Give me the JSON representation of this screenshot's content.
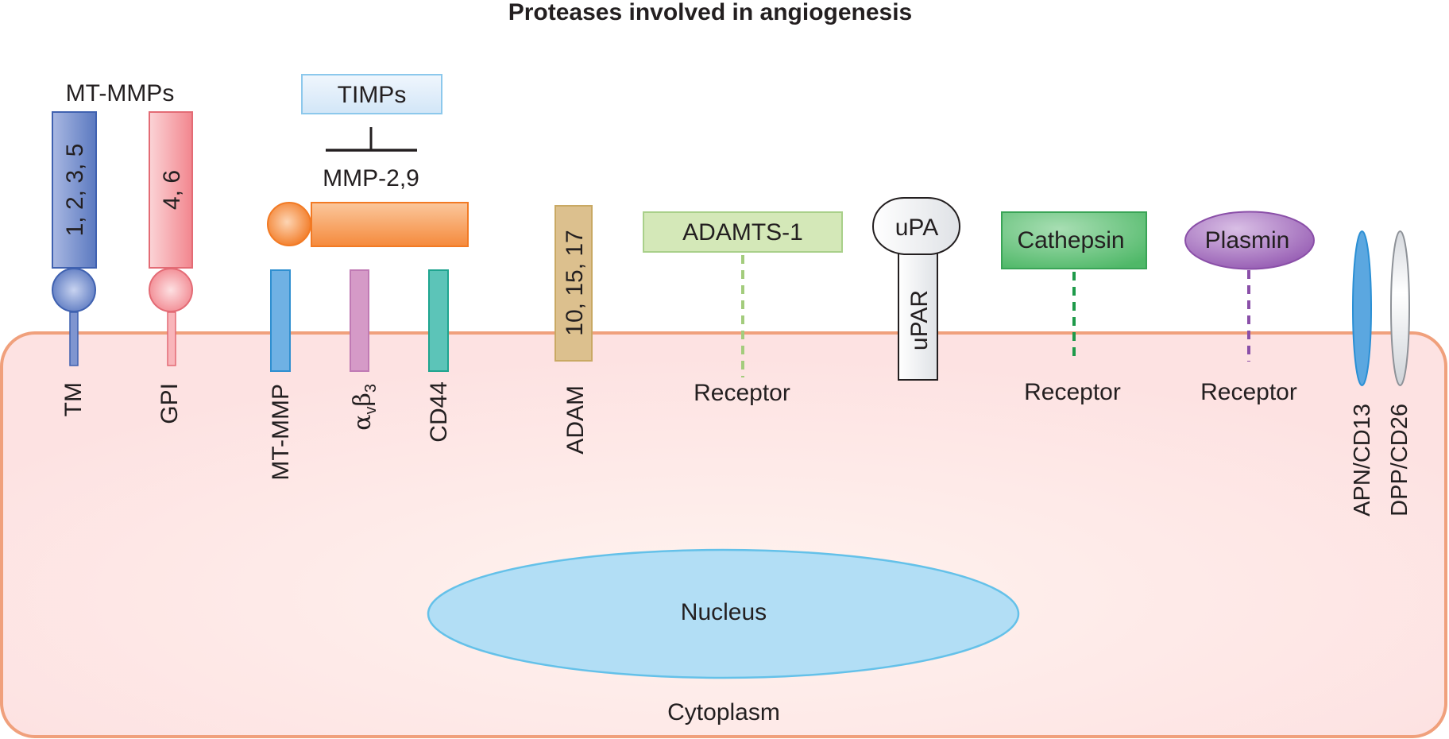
{
  "title": "Proteases involved in angiogenesis",
  "compartments": {
    "cytoplasm": "Cytoplasm",
    "nucleus": "Nucleus"
  },
  "mt_mmps": {
    "group_label": "MT-MMPs",
    "tm": {
      "numbers": "1, 2, 3, 5",
      "anchor_label": "TM"
    },
    "gpi": {
      "numbers": "4, 6",
      "anchor_label": "GPI"
    }
  },
  "soluble_mmps": {
    "inhibitor": "TIMPs",
    "enzyme": "MMP-2,9",
    "binding_partners": [
      {
        "label": "MT-MMP"
      },
      {
        "label_main": "α",
        "label_sub1": "v",
        "label_mid": "β",
        "label_sub2": "3"
      },
      {
        "label": "CD44"
      }
    ]
  },
  "adam": {
    "numbers": "10, 15, 17",
    "label": "ADAM"
  },
  "adamts": {
    "enzyme": "ADAMTS-1",
    "receptor": "Receptor"
  },
  "upa": {
    "ligand": "uPA",
    "receptor": "uPAR"
  },
  "cathepsin": {
    "enzyme": "Cathepsin",
    "receptor": "Receptor"
  },
  "plasmin": {
    "enzyme": "Plasmin",
    "receptor": "Receptor"
  },
  "ectopeptidases": [
    {
      "label": "APN/CD13",
      "color": "#5ba7e0"
    },
    {
      "label": "DPP/CD26",
      "color": "#e4e6ea"
    }
  ],
  "colors": {
    "membrane": "#f0a07c",
    "cell_fill": "#fde3e3",
    "tm_blue": "#5b79c0",
    "gpi_pink": "#f2868e",
    "timps_box": "#dcebf8",
    "mmp_orange": "#f58a3c",
    "mtmmp_blue": "#6fb1e4",
    "integrin_purple": "#d59ac7",
    "cd44_teal": "#5cc4b8",
    "adam_tan": "#dcc08e",
    "adamts_green": "#d4e8b8",
    "cathepsin_green": "#5cbf74",
    "plasmin_purple": "#a56fbd",
    "nucleus_blue": "#b2def5"
  }
}
